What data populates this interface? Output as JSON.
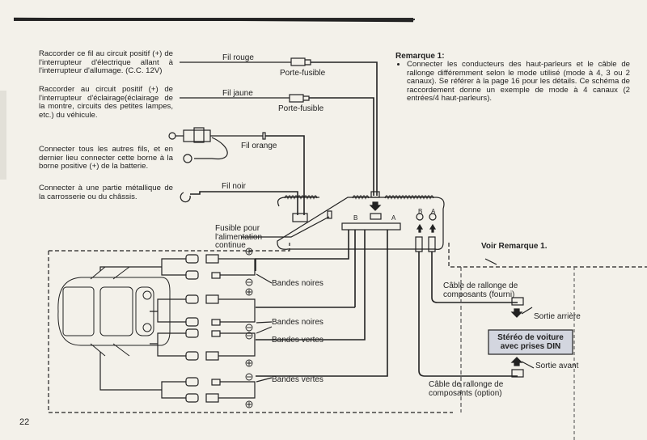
{
  "page_number": "22",
  "left_notes": [
    "Raccorder ce fil au circuit positif (+) de l'interrupteur d'électrique allant à l'interrupteur d'allumage. (C.C. 12V)",
    "Raccorder au circuit positif (+) de l'interrupteur d'éclairage(éclairage de la montre, circuits des petites lampes, etc.) du véhicule.",
    "Connecter tous les autres fils, et en dernier lieu connecter cette borne à la borne positive (+) de la batterie.",
    "Connecter à une partie métallique de la carrosserie ou du châssis."
  ],
  "wires": {
    "red": "Fil rouge",
    "yellow": "Fil jaune",
    "orange": "Fil orange",
    "black": "Fil noir",
    "fuse_holder_1": "Porte-fusible",
    "fuse_holder_2": "Porte-fusible"
  },
  "fuse_label": "Fusible pour l'alimentation continue",
  "amp_labels": {
    "b": "B",
    "a": "A",
    "in_b": "B",
    "in_a": "A"
  },
  "remark": {
    "title": "Remarque 1:",
    "text": "Connecter les conducteurs des haut-parleurs et le câble de rallonge différemment selon le mode utilisé (mode à 4, 3 ou 2 canaux). Se référer à la page 16 pour les détails. Ce schéma de raccordement donne un exemple de mode à 4 canaux (2 entrées/4 haut-parleurs)."
  },
  "see_remark": "Voir Remarque 1.",
  "speaker_labels": [
    "Bandes noires",
    "Bandes noires",
    "Bandes vertes",
    "Bandes vertes"
  ],
  "cable_supplied": "Câble de rallonge de composants (fourni)",
  "cable_option": "Câble de rallonge de composants (option)",
  "rear_out": "Sortie arrière",
  "front_out": "Sortie avant",
  "stereo_box": "Stéréo de voiture avec prises DIN",
  "colors": {
    "paper": "#f3f1ea",
    "ink": "#222222",
    "stereo_fill": "#d3d6df"
  }
}
